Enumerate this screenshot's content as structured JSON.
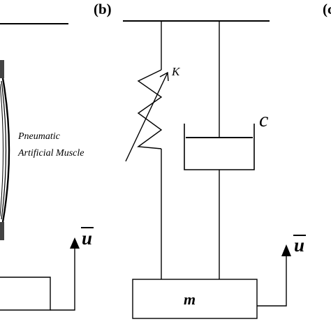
{
  "panel_b_label": "(b)",
  "panel_c_label_partial": "(c",
  "muscle_label_line1": "Pneumatic",
  "muscle_label_line2": "Artificial Muscle",
  "spring_label": "K",
  "damper_label": "c",
  "mass_label": "m",
  "input_label_u": "u",
  "colors": {
    "ink": "#000000",
    "background": "#ffffff"
  }
}
